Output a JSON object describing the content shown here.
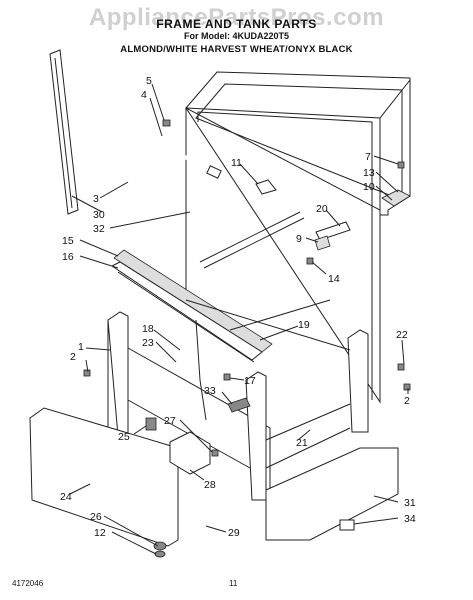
{
  "header": {
    "title": "FRAME AND TANK PARTS",
    "model": "For Model: 4KUDA220T5",
    "colors": "ALMOND/WHITE    HARVEST WHEAT/ONYX BLACK"
  },
  "watermark": "AppliancePartsPros.com",
  "callouts": {
    "c1": "1",
    "c2a": "2",
    "c2b": "2",
    "c3": "3",
    "c4": "4",
    "c5": "5",
    "c7": "7",
    "c9": "9",
    "c10": "10",
    "c11": "11",
    "c12": "12",
    "c13": "13",
    "c14": "14",
    "c15": "15",
    "c16": "16",
    "c17": "17",
    "c18": "18",
    "c19": "19",
    "c20": "20",
    "c21": "21",
    "c22": "22",
    "c23": "23",
    "c24": "24",
    "c25": "25",
    "c26": "26",
    "c27": "27",
    "c28": "28",
    "c29": "29",
    "c30": "30",
    "c31": "31",
    "c32": "32",
    "c33": "33",
    "c34": "34"
  },
  "footer": {
    "doc_number": "4172046",
    "page_number": "11"
  }
}
